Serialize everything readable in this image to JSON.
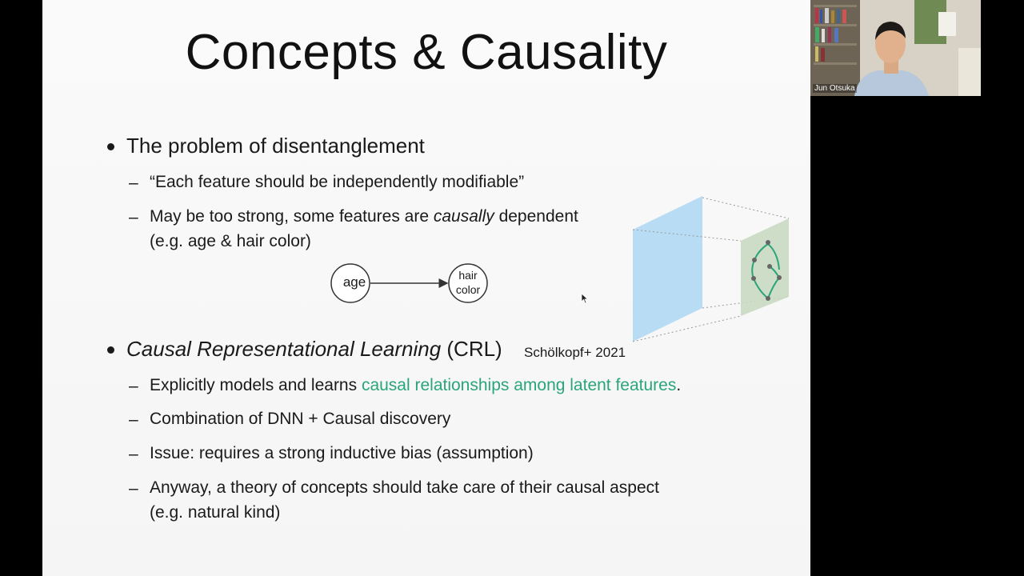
{
  "slide": {
    "title": "Concepts & Causality",
    "bullet1": {
      "text": "The problem of disentanglement",
      "sub1": "“Each feature should be independently modifiable”",
      "sub2_a": "May be too strong, some features are ",
      "sub2_em": "causally",
      "sub2_b": " dependent",
      "sub2_line2": "(e.g. age & hair color)"
    },
    "diagram": {
      "node_age": "age",
      "node_hair_1": "hair",
      "node_hair_2": "color"
    },
    "bullet2": {
      "text_em": "Causal Representational Learning",
      "text_rest": " (CRL)",
      "citation": "Schölkopf+ 2021",
      "sub1_a": "Explicitly models and learns ",
      "sub1_highlight": "causal relationships among latent features",
      "sub1_b": ".",
      "sub2": "Combination of DNN + Causal discovery",
      "sub3": "Issue: requires a strong inductive bias (assumption)",
      "sub4_line1": "Anyway, a theory of concepts should take care of their causal aspect",
      "sub4_line2": "(e.g. natural kind)"
    },
    "dash": "–",
    "colors": {
      "highlight": "#2aa57a",
      "panel_blue": "#b9dcf5",
      "panel_green": "#c9d9c2"
    }
  },
  "video": {
    "participant_name": "Jun Otsuka"
  }
}
